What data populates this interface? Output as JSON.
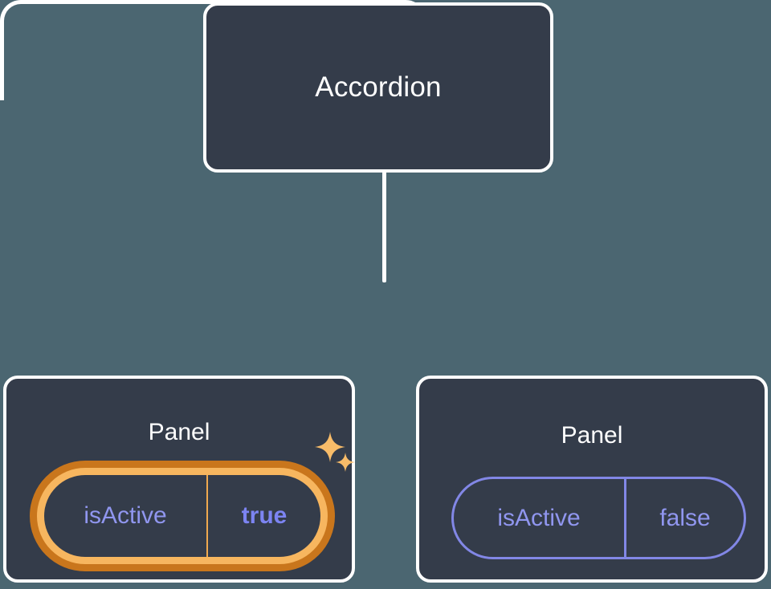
{
  "theme": {
    "background": "#4b6671",
    "node_fill": "#343c4a",
    "node_border": "#ffffff",
    "connector": "#ffffff",
    "prop_text": "#9096ef",
    "prop_border": "#8287e6",
    "highlight_value_text": "#7c84f2",
    "highlight_ring_outer": "#c9761c",
    "highlight_ring_inner": "#f7b65f",
    "sparkle": "#f8bc69"
  },
  "diagram": {
    "type": "component-tree",
    "root": {
      "label": "Accordion"
    },
    "children": [
      {
        "label": "Panel",
        "highlighted": true,
        "prop": {
          "key": "isActive",
          "value": "true"
        },
        "sparkles": [
          "sparkle-large-icon",
          "sparkle-small-icon"
        ]
      },
      {
        "label": "Panel",
        "highlighted": false,
        "prop": {
          "key": "isActive",
          "value": "false"
        }
      }
    ]
  }
}
